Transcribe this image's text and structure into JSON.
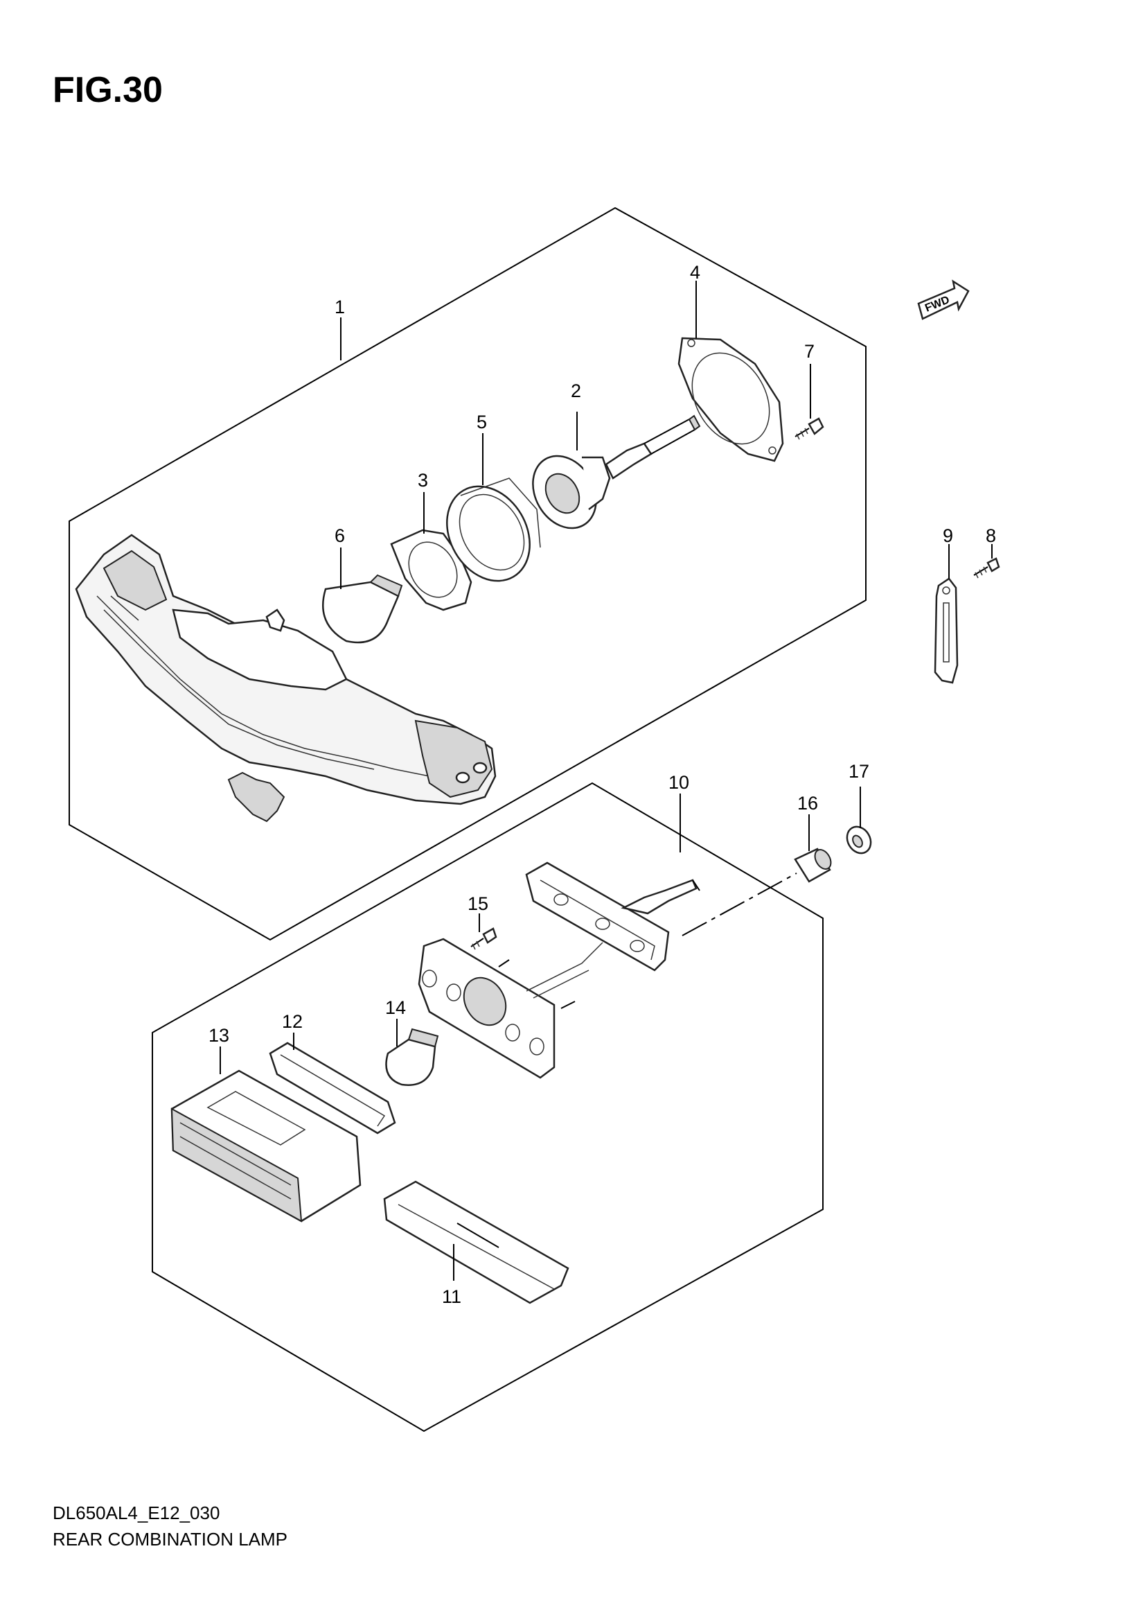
{
  "figure": {
    "title": "FIG.30",
    "code": "DL650AL4_E12_030",
    "name": "REAR COMBINATION LAMP",
    "fwd_label": "FWD"
  },
  "callouts": [
    "1",
    "2",
    "3",
    "4",
    "5",
    "6",
    "7",
    "8",
    "9",
    "10",
    "11",
    "12",
    "13",
    "14",
    "15",
    "16",
    "17"
  ]
}
